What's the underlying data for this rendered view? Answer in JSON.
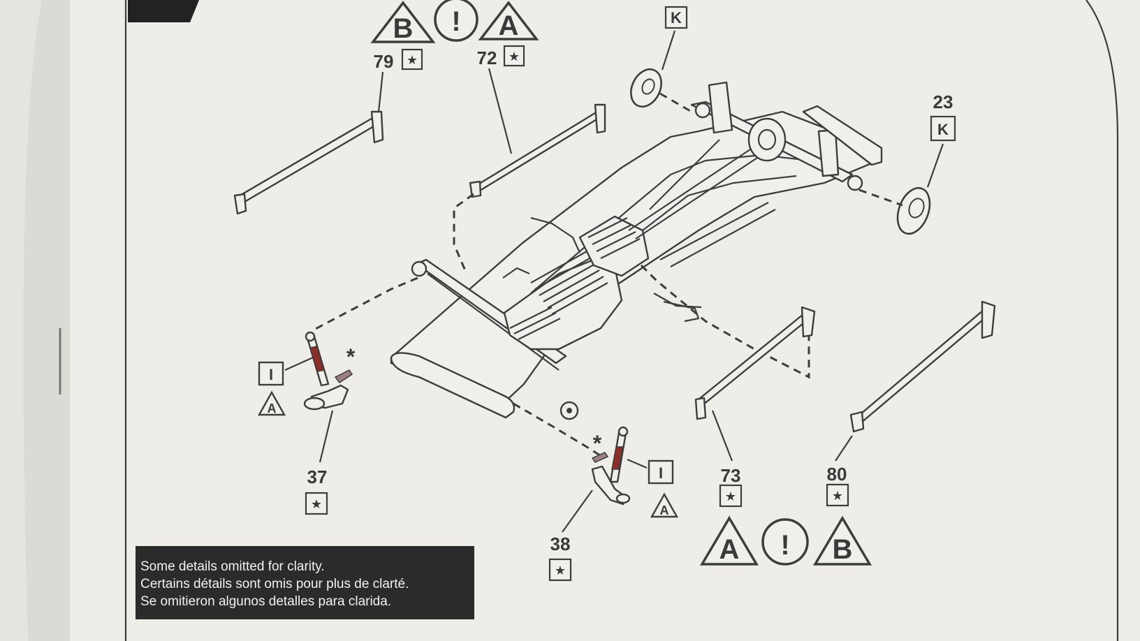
{
  "callouts": {
    "c79": "79",
    "c72": "72",
    "c23": "23",
    "c37": "37",
    "c38": "38",
    "c73": "73",
    "c80": "80"
  },
  "letters": {
    "A": "A",
    "B": "B",
    "I": "I",
    "K": "K",
    "star": "★",
    "asterisk": "*",
    "exclaim": "!"
  },
  "note": {
    "line1": "Some details omitted for clarity.",
    "line2": "Certains détails sont omis pour plus de clarté.",
    "line3": "Se omitieron algunos detalles para clarida."
  },
  "colors": {
    "paper": "#f0efeb",
    "ink": "#3d3d3d",
    "note_bg": "#2b2b2b"
  }
}
